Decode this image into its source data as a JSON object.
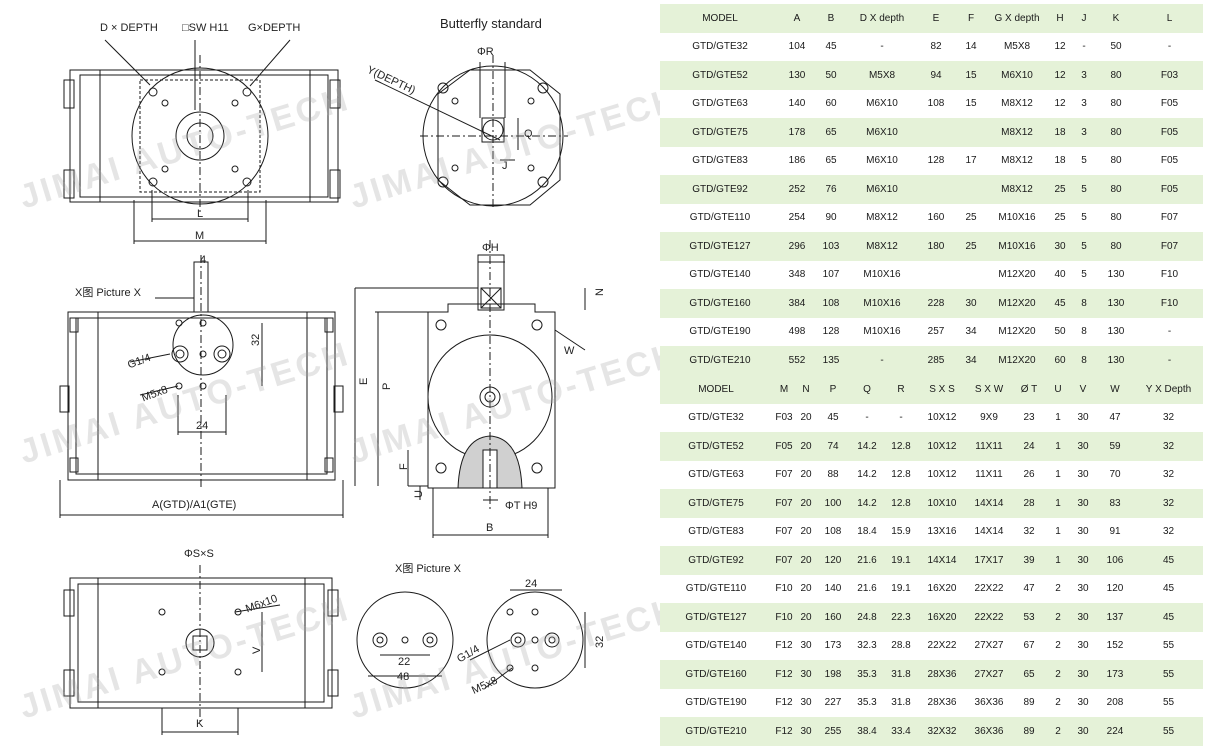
{
  "drawings": {
    "top_view": {
      "labels": {
        "d_depth": "D × DEPTH",
        "sw": "□SW  H11",
        "g_depth": "G×DEPTH",
        "l": "L",
        "m": "M"
      }
    },
    "butterfly": {
      "title": "Butterfly standard",
      "labels": {
        "phi_r": "ΦR",
        "y_depth": "Y(DEPTH)",
        "q": "Q",
        "j": "J"
      }
    },
    "side_view": {
      "labels": {
        "four": "4",
        "picture_x": "X图 Picture X",
        "g14": "G1/4",
        "m5x8": "M5x8",
        "thirty_two": "32",
        "twenty_four": "24",
        "length": "A(GTD)/A1(GTE)"
      }
    },
    "end_view": {
      "labels": {
        "phi_h": "ΦH",
        "n": "N",
        "e": "E",
        "p": "P",
        "w": "W",
        "f": "F",
        "u": "U",
        "phi_t": "ΦT  H9",
        "b": "B"
      }
    },
    "bottom_view": {
      "labels": {
        "phi_s": "ΦS×S",
        "m6x10": "M6x10",
        "v": "V",
        "k": "K"
      }
    },
    "detail_x": {
      "title": "X图 Picture X",
      "labels": {
        "twenty_two": "22",
        "forty_eight": "48",
        "twenty_four": "24",
        "thirty_two": "32",
        "g14": "G1/4",
        "m5x8": "M5x8"
      }
    },
    "watermark": "JIMAI AUTO-TECH"
  },
  "table1": {
    "headers": [
      "MODEL",
      "A",
      "B",
      "D X depth",
      "E",
      "F",
      "G X depth",
      "H",
      "J",
      "K",
      "L"
    ],
    "rows": [
      [
        "GTD/GTE32",
        "104",
        "45",
        "-",
        "82",
        "14",
        "M5X8",
        "12",
        "-",
        "50",
        "-"
      ],
      [
        "GTD/GTE52",
        "130",
        "50",
        "M5X8",
        "94",
        "15",
        "M6X10",
        "12",
        "3",
        "80",
        "F03"
      ],
      [
        "GTD/GTE63",
        "140",
        "60",
        "M6X10",
        "108",
        "15",
        "M8X12",
        "12",
        "3",
        "80",
        "F05"
      ],
      [
        "GTD/GTE75",
        "178",
        "65",
        "M6X10",
        "",
        "",
        "M8X12",
        "18",
        "3",
        "80",
        "F05"
      ],
      [
        "GTD/GTE83",
        "186",
        "65",
        "M6X10",
        "128",
        "17",
        "M8X12",
        "18",
        "5",
        "80",
        "F05"
      ],
      [
        "GTD/GTE92",
        "252",
        "76",
        "M6X10",
        "",
        "",
        "M8X12",
        "25",
        "5",
        "80",
        "F05"
      ],
      [
        "GTD/GTE110",
        "254",
        "90",
        "M8X12",
        "160",
        "25",
        "M10X16",
        "25",
        "5",
        "80",
        "F07"
      ],
      [
        "GTD/GTE127",
        "296",
        "103",
        "M8X12",
        "180",
        "25",
        "M10X16",
        "30",
        "5",
        "80",
        "F07"
      ],
      [
        "GTD/GTE140",
        "348",
        "107",
        "M10X16",
        "",
        "",
        "M12X20",
        "40",
        "5",
        "130",
        "F10"
      ],
      [
        "GTD/GTE160",
        "384",
        "108",
        "M10X16",
        "228",
        "30",
        "M12X20",
        "45",
        "8",
        "130",
        "F10"
      ],
      [
        "GTD/GTE190",
        "498",
        "128",
        "M10X16",
        "257",
        "34",
        "M12X20",
        "50",
        "8",
        "130",
        "-"
      ],
      [
        "GTD/GTE210",
        "552",
        "135",
        "-",
        "285",
        "34",
        "M12X20",
        "60",
        "8",
        "130",
        "-"
      ]
    ]
  },
  "table2": {
    "headers": [
      "MODEL",
      "M",
      "N",
      "P",
      "Q",
      "R",
      "S X S",
      "S X W",
      "Ø T",
      "U",
      "V",
      "W",
      "Y X Depth"
    ],
    "rows": [
      [
        "GTD/GTE32",
        "F03",
        "20",
        "45",
        "-",
        "-",
        "10X12",
        "9X9",
        "23",
        "1",
        "30",
        "47",
        "32"
      ],
      [
        "GTD/GTE52",
        "F05",
        "20",
        "74",
        "14.2",
        "12.8",
        "10X12",
        "11X11",
        "24",
        "1",
        "30",
        "59",
        "32"
      ],
      [
        "GTD/GTE63",
        "F07",
        "20",
        "88",
        "14.2",
        "12.8",
        "10X12",
        "11X11",
        "26",
        "1",
        "30",
        "70",
        "32"
      ],
      [
        "GTD/GTE75",
        "F07",
        "20",
        "100",
        "14.2",
        "12.8",
        "10X10",
        "14X14",
        "28",
        "1",
        "30",
        "83",
        "32"
      ],
      [
        "GTD/GTE83",
        "F07",
        "20",
        "108",
        "18.4",
        "15.9",
        "13X16",
        "14X14",
        "32",
        "1",
        "30",
        "91",
        "32"
      ],
      [
        "GTD/GTE92",
        "F07",
        "20",
        "120",
        "21.6",
        "19.1",
        "14X14",
        "17X17",
        "39",
        "1",
        "30",
        "106",
        "45"
      ],
      [
        "GTD/GTE110",
        "F10",
        "20",
        "140",
        "21.6",
        "19.1",
        "16X20",
        "22X22",
        "47",
        "2",
        "30",
        "120",
        "45"
      ],
      [
        "GTD/GTE127",
        "F10",
        "20",
        "160",
        "24.8",
        "22.3",
        "16X20",
        "22X22",
        "53",
        "2",
        "30",
        "137",
        "45"
      ],
      [
        "GTD/GTE140",
        "F12",
        "30",
        "173",
        "32.3",
        "28.8",
        "22X22",
        "27X27",
        "67",
        "2",
        "30",
        "152",
        "55"
      ],
      [
        "GTD/GTE160",
        "F12",
        "30",
        "198",
        "35.3",
        "31.8",
        "28X36",
        "27X27",
        "65",
        "2",
        "30",
        "173",
        "55"
      ],
      [
        "GTD/GTE190",
        "F12",
        "30",
        "227",
        "35.3",
        "31.8",
        "28X36",
        "36X36",
        "89",
        "2",
        "30",
        "208",
        "55"
      ],
      [
        "GTD/GTE210",
        "F12",
        "30",
        "255",
        "38.4",
        "33.4",
        "32X32",
        "36X36",
        "89",
        "2",
        "30",
        "224",
        "55"
      ]
    ]
  },
  "colors": {
    "row_green": "#e5f2d8",
    "row_white": "#ffffff",
    "line": "#1a1a1a",
    "watermark": "#a0a0a0"
  }
}
